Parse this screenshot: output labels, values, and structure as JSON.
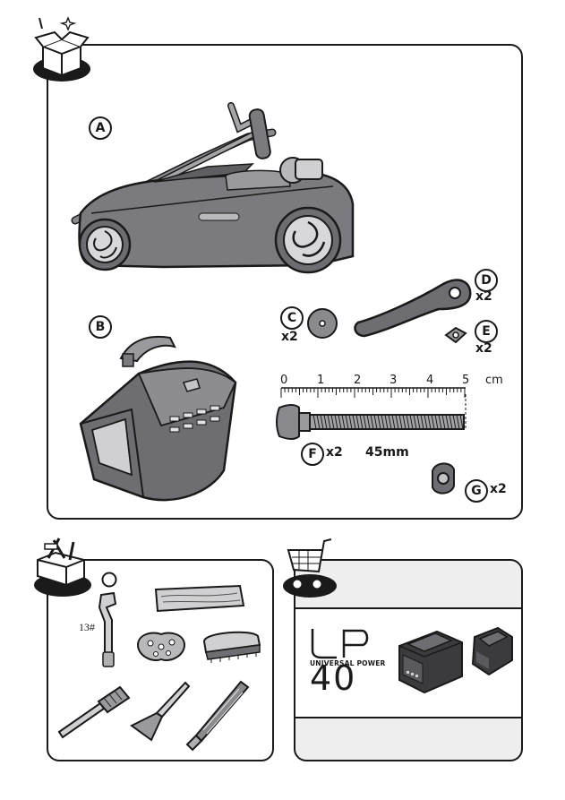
{
  "contents_panel": {
    "items": [
      {
        "letter": "A"
      },
      {
        "letter": "B"
      },
      {
        "letter": "C",
        "qty": "x2"
      },
      {
        "letter": "D",
        "qty": "x2"
      },
      {
        "letter": "E",
        "qty": "x2"
      },
      {
        "letter": "F",
        "qty": "x2",
        "size": "45mm"
      },
      {
        "letter": "G",
        "qty": "x2"
      }
    ],
    "ruler": {
      "ticks": [
        "0",
        "1",
        "2",
        "3",
        "4",
        "5"
      ],
      "unit": "cm"
    }
  },
  "tools_panel": {
    "wrench_size": "13#"
  },
  "accessories_panel": {
    "brand_line": "UNIVERSAL POWER",
    "brand_number": "40"
  },
  "colors": {
    "outline": "#1a1a1a",
    "mower_body": "#7b7b7f",
    "grey_light": "#b9b9bb",
    "grey_dark": "#3b3b3d"
  }
}
